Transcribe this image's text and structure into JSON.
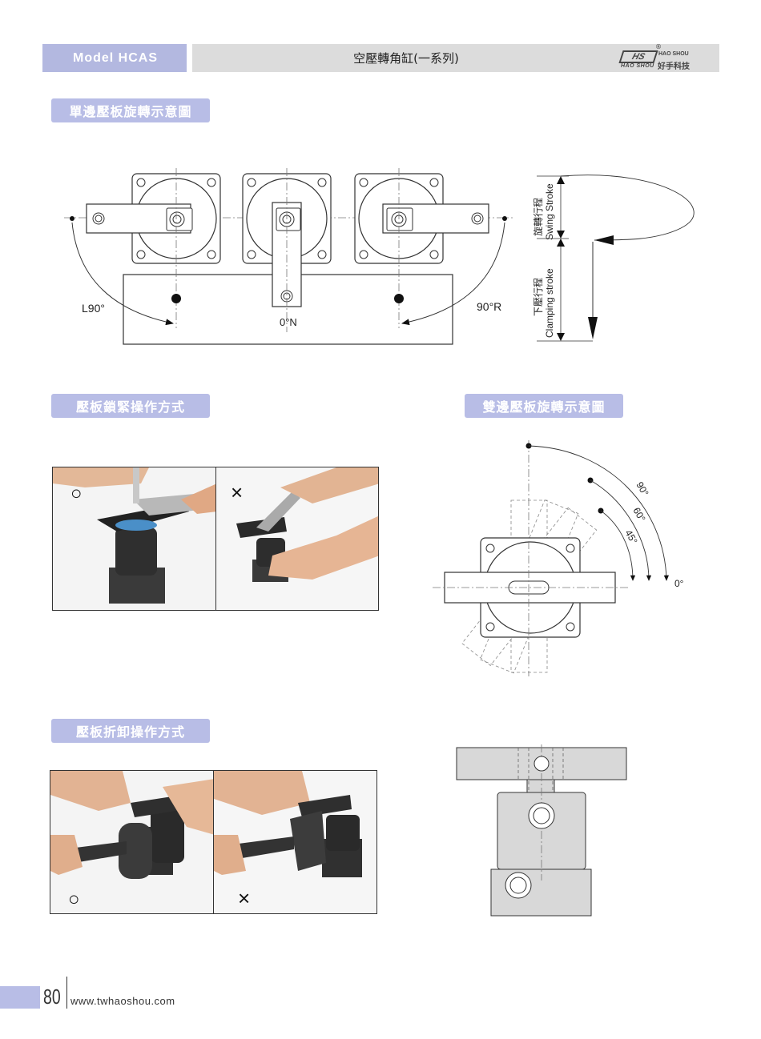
{
  "header": {
    "model": "Model HCAS",
    "title": "空壓轉角缸(一系列)",
    "logo_mark": "HS",
    "logo_sub": "HAO SHOU",
    "logo_en": "HAO SHOU",
    "logo_zh": "好手科技",
    "logo_reg": "®"
  },
  "sections": {
    "single_swing": "單邊壓板旋轉示意圖",
    "lock_method": "壓板鎖緊操作方式",
    "double_swing": "雙邊壓板旋轉示意圖",
    "unload_method": "壓板折卸操作方式"
  },
  "diagram1": {
    "left_label": "L90°",
    "center_label": "0°N",
    "right_label": "90°R",
    "swing_zh": "旋轉行程",
    "swing_en": "Swing Stroke",
    "clamp_zh": "下壓行程",
    "clamp_en": "Clamping stroke"
  },
  "diagram2": {
    "angle_90": "90°",
    "angle_60": "60°",
    "angle_45": "45°",
    "angle_0": "0°"
  },
  "marks": {
    "ok": "○",
    "ng": "×"
  },
  "footer": {
    "page": "80",
    "url": "www.twhaoshou.com"
  }
}
